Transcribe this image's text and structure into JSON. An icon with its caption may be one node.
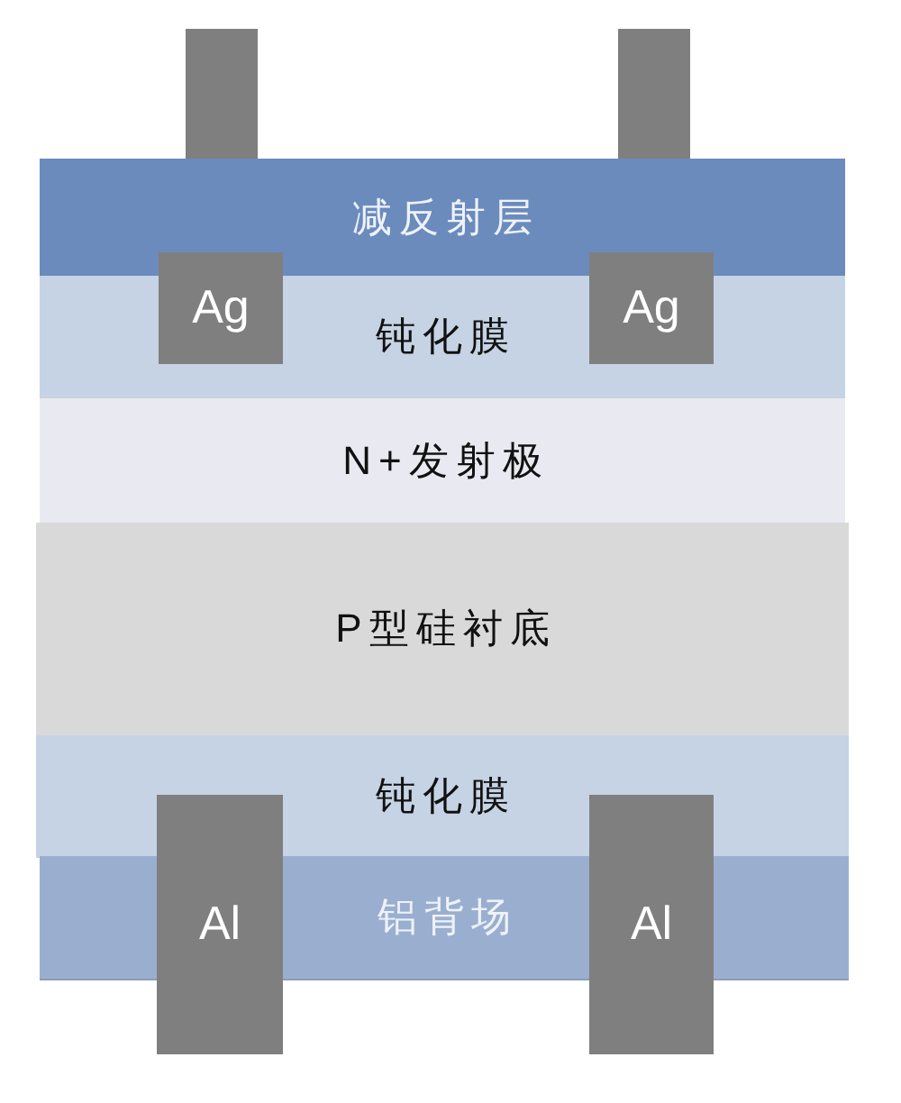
{
  "diagram": {
    "nodes": [
      {
        "text": [],
        "shape": "bar"
      },
      {
        "text": [],
        "shape": "bar"
      },
      {
        "text": [
          "减反射层"
        ]
      },
      {
        "text": [
          "Ag"
        ]
      },
      {
        "text": [
          "钝化膜"
        ]
      },
      {
        "text": [
          "Ag"
        ]
      },
      {
        "text": [
          "N+发射极"
        ]
      },
      {
        "text": [
          "P型硅衬底"
        ]
      },
      {
        "text": [
          "钝化膜"
        ]
      },
      {
        "text": [
          "Al"
        ]
      },
      {
        "text": [
          "铝背场"
        ]
      },
      {
        "text": [
          "Al"
        ]
      }
    ]
  }
}
